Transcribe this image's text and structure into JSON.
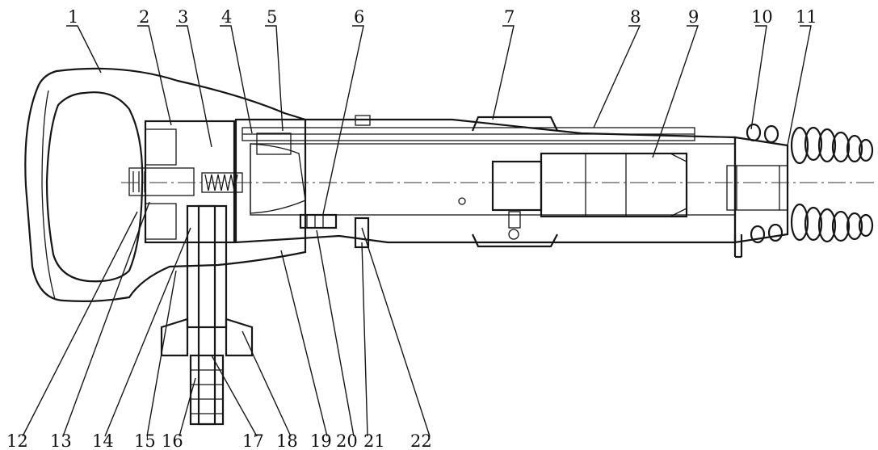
{
  "figure": {
    "part_numbers_top": [
      "1",
      "2",
      "3",
      "4",
      "5",
      "6",
      "7",
      "8",
      "9",
      "10",
      "11"
    ],
    "part_numbers_bottom": [
      "12",
      "13",
      "14",
      "15",
      "16",
      "17",
      "18",
      "19",
      "20",
      "21",
      "22"
    ],
    "colors": {
      "ink": "#161616",
      "hatch": "#3a3a3a",
      "background": "#ffffff"
    }
  }
}
